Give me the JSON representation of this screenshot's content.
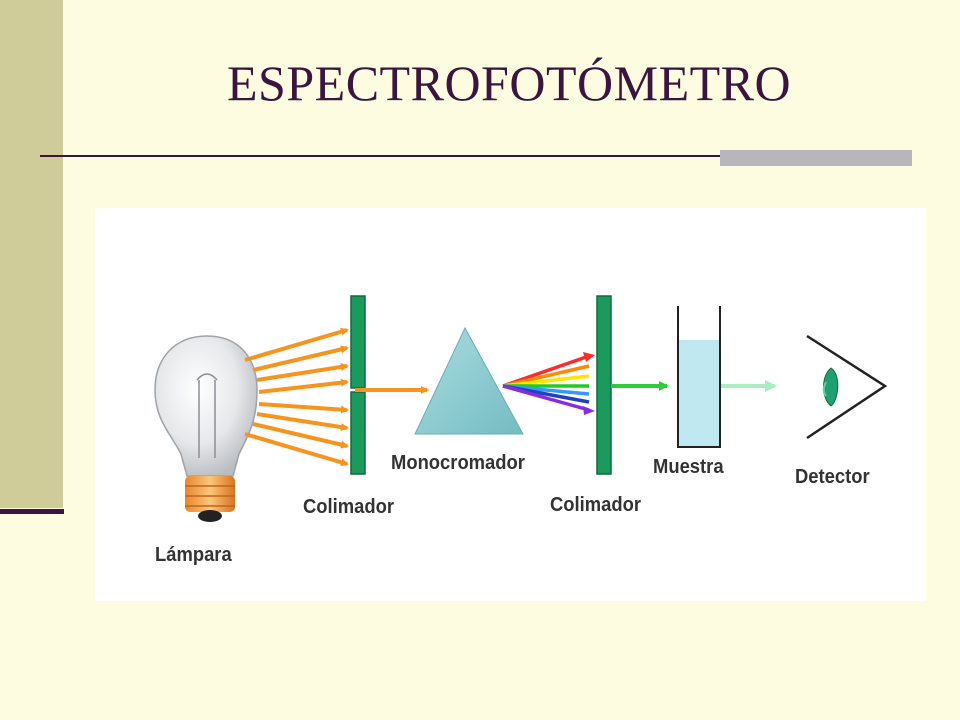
{
  "slide": {
    "title": "ESPECTROFOTÓMETRO"
  },
  "figure": {
    "labels": {
      "lamp": "Lámpara",
      "collimator_1": "Colimador",
      "monochromator": "Monocromador",
      "collimator_2": "Colimador",
      "sample": "Muestra",
      "detector": "Detector"
    },
    "colors": {
      "background": "#fdfce0",
      "sidebar": "#cfcc9a",
      "title_text": "#3a1540",
      "light_beam": "#f7941d",
      "collimator": "#1a9a5c",
      "prism": "#8fd0d4",
      "sample_liquid": "#bfe8f0",
      "green_beam": "#2fcc3a",
      "transmitted_beam": "#aaeec0",
      "detector_eye": "#1fa070"
    },
    "spectrum_colors": [
      "#ff2a2a",
      "#ff8c00",
      "#ffe600",
      "#22cc22",
      "#3399ff",
      "#2040c0",
      "#8a2be2"
    ]
  }
}
